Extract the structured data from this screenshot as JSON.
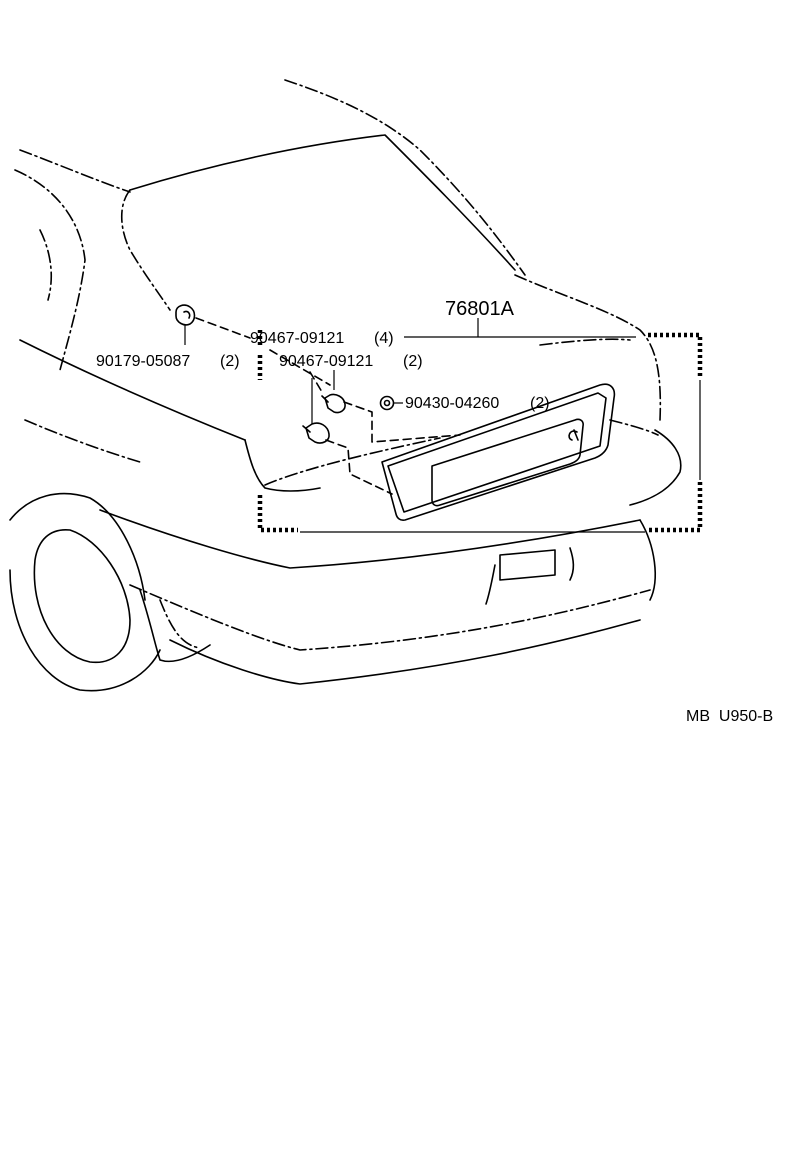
{
  "main_part": {
    "number": "76801A"
  },
  "parts": [
    {
      "number": "90467-09121",
      "qty": "(4)"
    },
    {
      "number": "90179-05087",
      "qty": "(2)"
    },
    {
      "number": "90467-09121",
      "qty": "(2)"
    },
    {
      "number": "90430-04260",
      "qty": "(2)"
    }
  ],
  "reference_code": "MB  U950-B"
}
